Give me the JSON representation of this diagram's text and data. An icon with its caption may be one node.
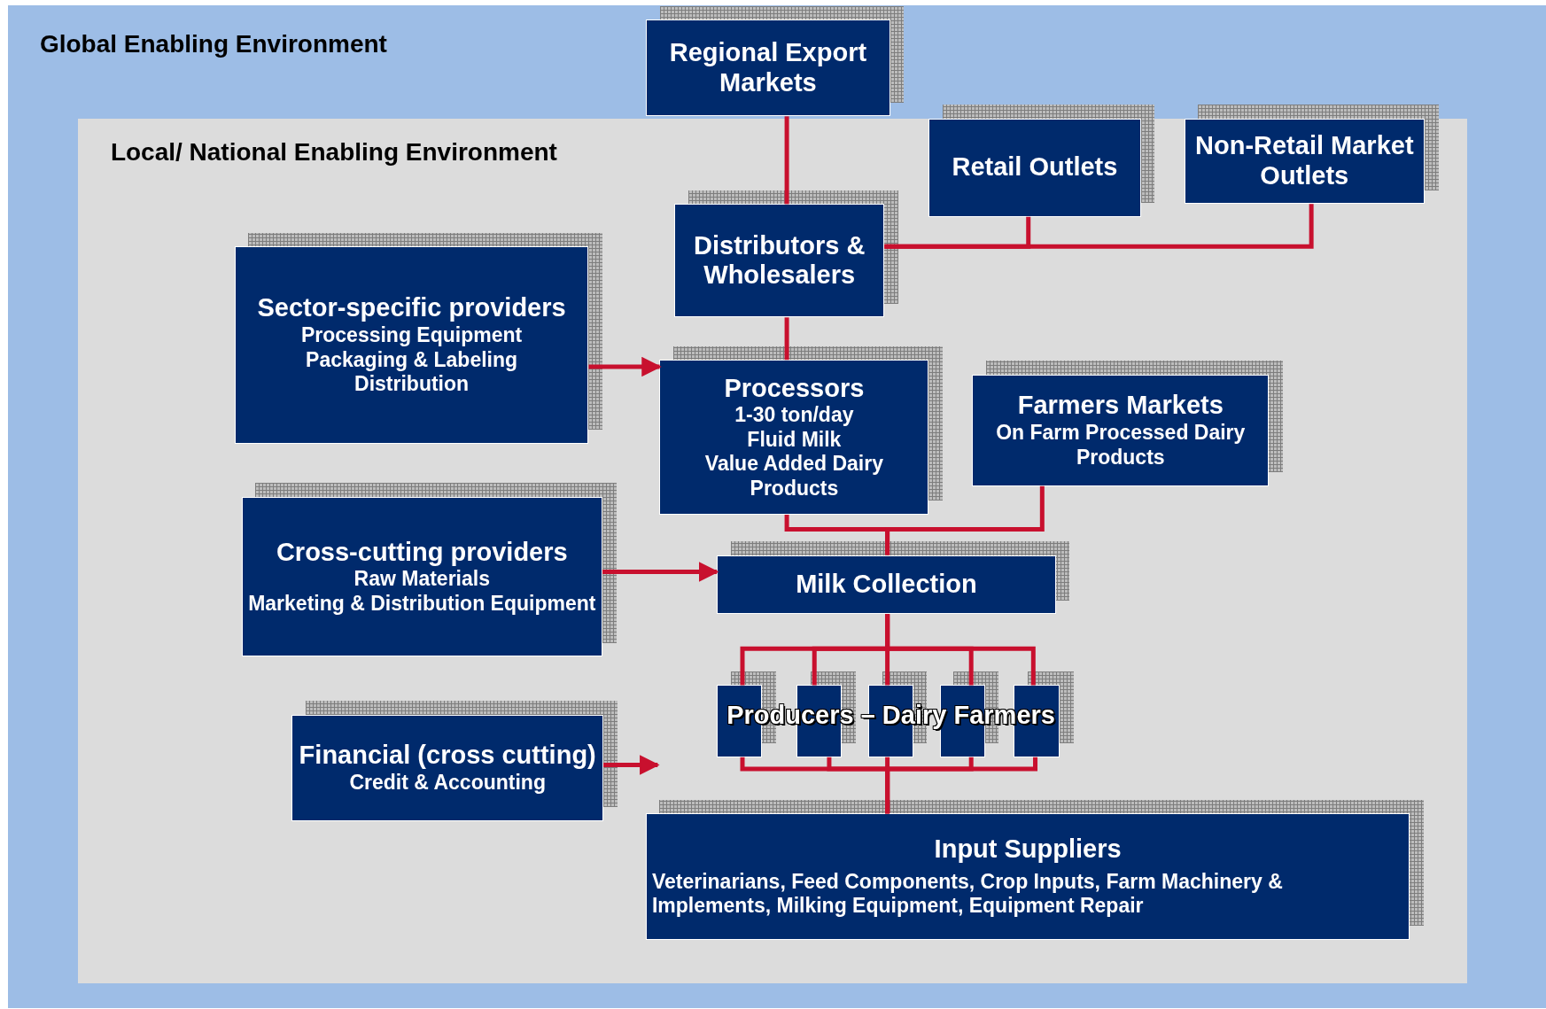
{
  "diagram": {
    "nodes": [
      {
        "text": [
          "Global Enabling Environment"
        ]
      },
      {
        "text": [
          "Local/ National Enabling Environment"
        ],
        "in": 0
      },
      {
        "text": [
          "Regional Export Markets"
        ],
        "in": 0
      },
      {
        "text": [
          "Retail Outlets"
        ],
        "in": 1
      },
      {
        "text": [
          "Non-Retail Market Outlets"
        ],
        "in": 1
      },
      {
        "text": [
          "Distributors & Wholesalers"
        ],
        "in": 1
      },
      {
        "text": [
          "Sector-specific providers",
          "Processing Equipment",
          "Packaging & Labeling",
          "Distribution"
        ],
        "in": 1
      },
      {
        "text": [
          "Processors",
          "1-30 ton/day",
          "Fluid Milk",
          "Value Added Dairy Products"
        ],
        "in": 1
      },
      {
        "text": [
          "Farmers Markets",
          "On Farm Processed Dairy Products"
        ],
        "in": 1
      },
      {
        "text": [
          "Cross-cutting  providers",
          "Raw Materials",
          "Marketing & Distribution Equipment"
        ],
        "in": 1
      },
      {
        "text": [
          "Milk Collection"
        ],
        "in": 1
      },
      {
        "text": [],
        "shape": "box",
        "in": 1
      },
      {
        "text": [],
        "shape": "box",
        "in": 1
      },
      {
        "text": [],
        "shape": "box",
        "in": 1
      },
      {
        "text": [],
        "shape": "box",
        "in": 1
      },
      {
        "text": [],
        "shape": "box",
        "in": 1
      },
      {
        "text": [
          "Financial (cross cutting)",
          "Credit & Accounting"
        ],
        "in": 1
      },
      {
        "text": [
          "Input Suppliers",
          "Veterinarians, Feed Components, Crop Inputs, Farm Machinery & Implements, Milking Equipment, Equipment Repair"
        ],
        "in": 1
      }
    ],
    "edges": [
      {
        "from": 2,
        "to": 5,
        "arrow": "none"
      },
      {
        "from": 5,
        "to": 3,
        "arrow": "none"
      },
      {
        "from": 5,
        "to": 4,
        "arrow": "none"
      },
      {
        "from": 5,
        "to": 7,
        "arrow": "none"
      },
      {
        "from": 6,
        "to": 7,
        "arrow": "to"
      },
      {
        "from": 7,
        "to": 10,
        "arrow": "none"
      },
      {
        "from": 8,
        "to": 10,
        "arrow": "none"
      },
      {
        "from": 9,
        "to": 10,
        "arrow": "to"
      },
      {
        "from": 10,
        "to": 11,
        "arrow": "none"
      },
      {
        "from": 10,
        "to": 12,
        "arrow": "none"
      },
      {
        "from": 10,
        "to": 13,
        "arrow": "none"
      },
      {
        "from": 10,
        "to": 14,
        "arrow": "none"
      },
      {
        "from": 10,
        "to": 15,
        "arrow": "none"
      },
      {
        "from": 16,
        "to": null,
        "arrow": "to"
      },
      {
        "from": 11,
        "to": 17,
        "arrow": "none"
      },
      {
        "from": 12,
        "to": 17,
        "arrow": "none"
      },
      {
        "from": 13,
        "to": 17,
        "arrow": "none"
      },
      {
        "from": 14,
        "to": 17,
        "arrow": "none"
      },
      {
        "from": 15,
        "to": 17,
        "arrow": "none"
      }
    ],
    "labels": [
      "Producers – Dairy Farmers"
    ]
  }
}
